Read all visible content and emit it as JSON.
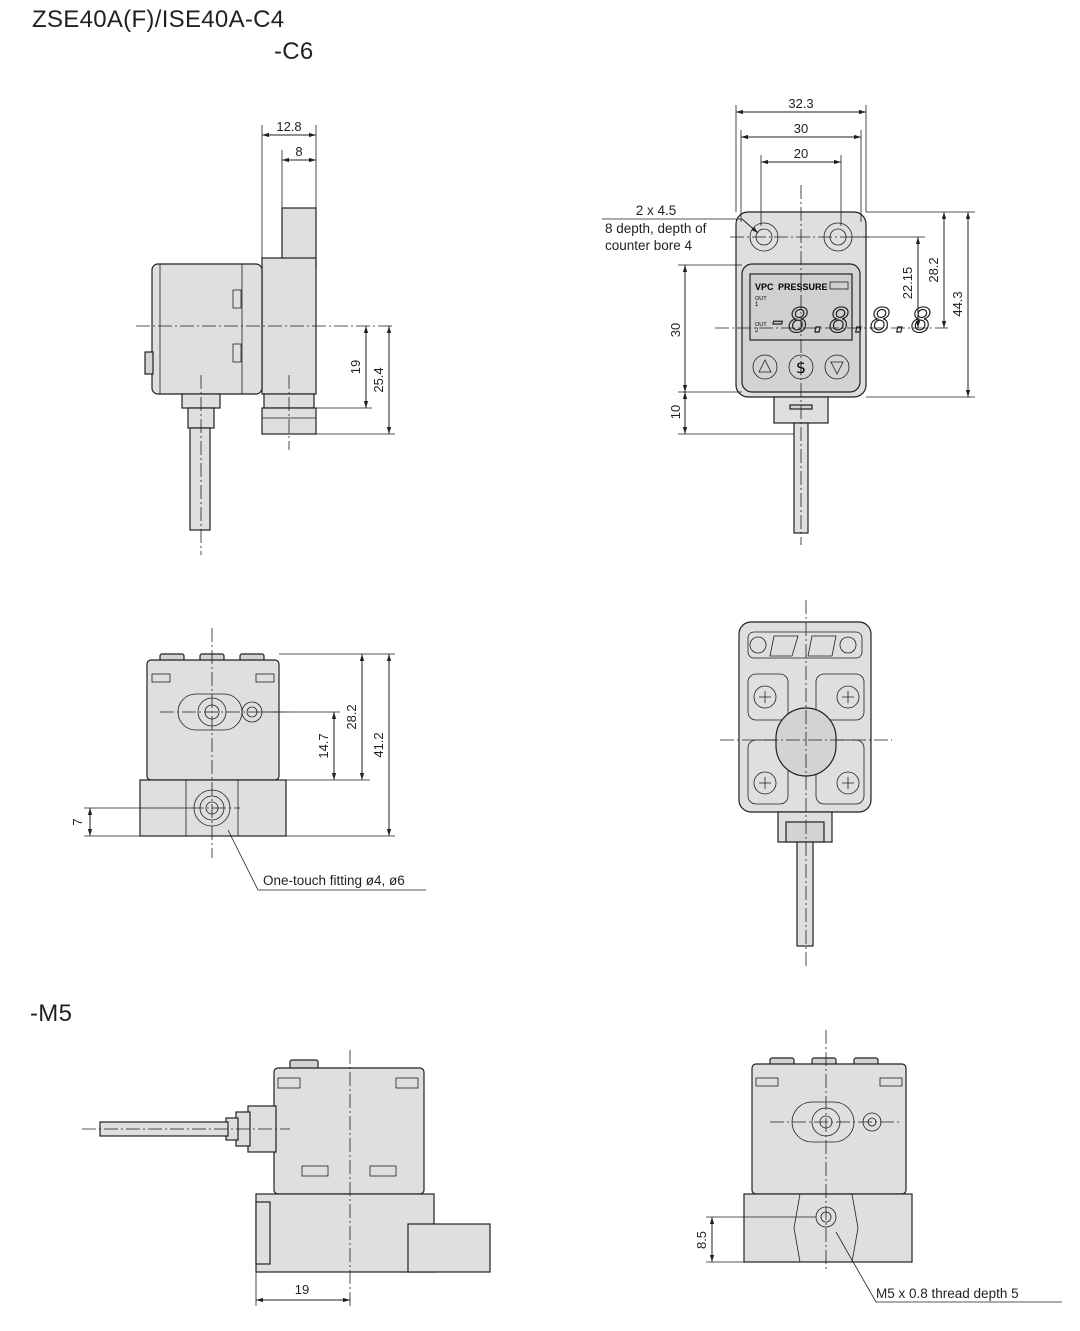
{
  "titles": {
    "main": "ZSE40A(F)/ISE40A-C4",
    "sub": "-C6",
    "m5": "-M5"
  },
  "dimensions": {
    "side_top": "12.8",
    "side_top2": "8",
    "side_h19": "19",
    "side_h254": "25.4",
    "front_w323": "32.3",
    "front_w30": "30",
    "front_w20": "20",
    "front_h2215": "22.15",
    "front_h282": "28.2",
    "front_h443": "44.3",
    "front_l30": "30",
    "front_l10": "10",
    "bottom_h282": "28.2",
    "bottom_h147": "14.7",
    "bottom_h412": "41.2",
    "bottom_h7": "7",
    "m5_w19": "19",
    "m5_h85": "8.5"
  },
  "notes": {
    "hole_line1": "2 x 4.5",
    "hole_line2": "8 depth, depth of",
    "hole_line3": "counter bore 4",
    "fitting": "One-touch fitting ø4, ø6",
    "thread": "M5 x 0.8 thread depth 5"
  },
  "display": {
    "brand": "VPC",
    "label": "PRESSURE",
    "out1": "OUT",
    "out1n": "1",
    "out2": "OUT",
    "out2n": "2",
    "digits": "-8.8.8.8"
  }
}
